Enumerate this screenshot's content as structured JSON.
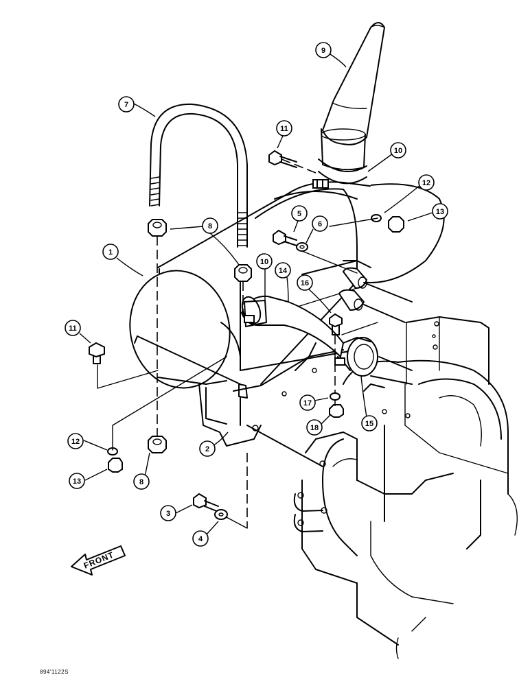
{
  "figure": {
    "callouts": [
      {
        "id": "c1",
        "label": "1"
      },
      {
        "id": "c2",
        "label": "2"
      },
      {
        "id": "c3",
        "label": "3"
      },
      {
        "id": "c4",
        "label": "4"
      },
      {
        "id": "c5",
        "label": "5"
      },
      {
        "id": "c6",
        "label": "6"
      },
      {
        "id": "c7",
        "label": "7"
      },
      {
        "id": "c8a",
        "label": "8"
      },
      {
        "id": "c8b",
        "label": "8"
      },
      {
        "id": "c9",
        "label": "9"
      },
      {
        "id": "c10a",
        "label": "10"
      },
      {
        "id": "c10b",
        "label": "10"
      },
      {
        "id": "c11a",
        "label": "11"
      },
      {
        "id": "c11b",
        "label": "11"
      },
      {
        "id": "c12a",
        "label": "12"
      },
      {
        "id": "c12b",
        "label": "12"
      },
      {
        "id": "c13a",
        "label": "13"
      },
      {
        "id": "c13b",
        "label": "13"
      },
      {
        "id": "c14",
        "label": "14"
      },
      {
        "id": "c15",
        "label": "15"
      },
      {
        "id": "c16",
        "label": "16"
      },
      {
        "id": "c17",
        "label": "17"
      },
      {
        "id": "c18",
        "label": "18"
      }
    ],
    "front_arrow_label": "FRONT",
    "drawing_code": "894'1122S"
  }
}
